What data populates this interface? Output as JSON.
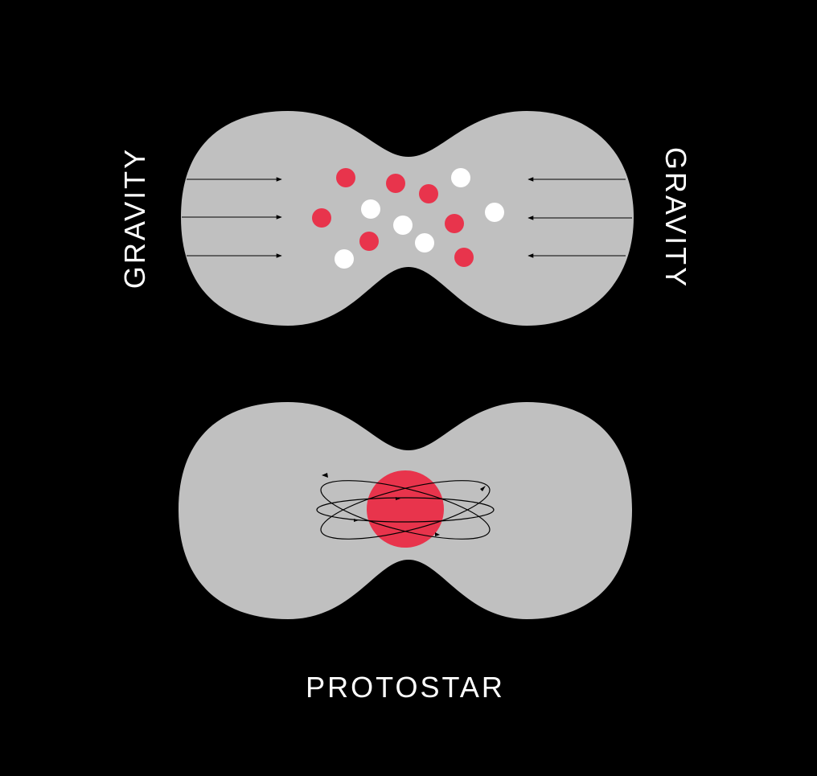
{
  "labels": {
    "gravity_left": "GRAVITY",
    "gravity_right": "GRAVITY",
    "protostar": "PROTOSTAR"
  },
  "colors": {
    "background": "#000000",
    "cloud": "#c0c0c0",
    "particle_red": "#e8344c",
    "particle_white": "#ffffff",
    "text": "#ffffff",
    "arrows": "#000000"
  },
  "stages": [
    {
      "stage": "collapsing-cloud",
      "red_particle_count": 7,
      "white_particle_count": 6,
      "gravity_arrows_per_side": 3
    },
    {
      "stage": "protostar",
      "core": "red-sphere",
      "orbit_count": 3
    }
  ]
}
